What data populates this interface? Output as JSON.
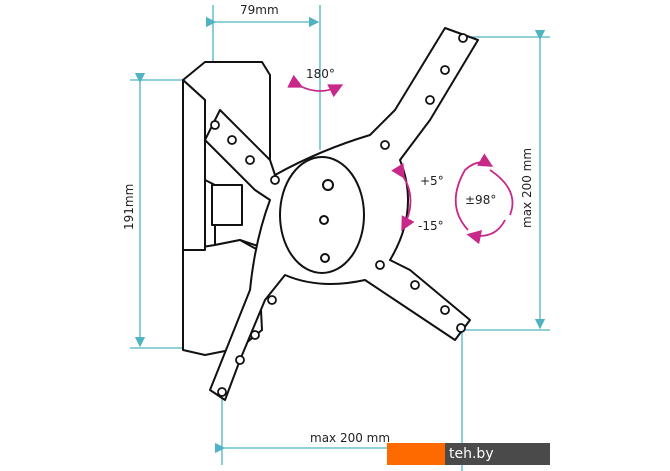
{
  "dimensions": {
    "depth": "79mm",
    "height": "191mm",
    "vesa_vertical": "max 200 mm",
    "vesa_horizontal": "max 200 mm"
  },
  "rotations": {
    "swivel": "180°",
    "tilt_up": "+5°",
    "tilt_down": "-15°",
    "rotate": "±98°"
  },
  "colors": {
    "dimension_line": "#4fb3c2",
    "arrow": "#c8288a",
    "watermark_orange": "#ff6a00",
    "watermark_dark": "#4a4a4a"
  },
  "watermark": "teh.by"
}
